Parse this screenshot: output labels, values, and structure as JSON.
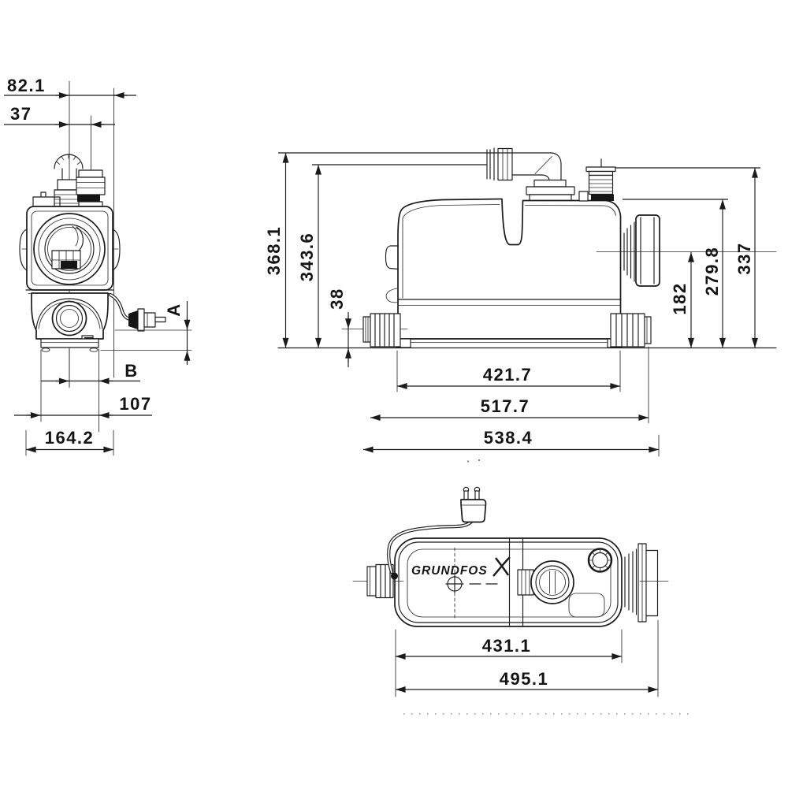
{
  "drawing": {
    "brand": "GRUNDFOS",
    "front_view": {
      "dim_width_to_outlet": "82.1",
      "dim_width_to_vent": "37",
      "dim_plug_to_base": "A",
      "dim_center_to_base_edge": "B",
      "dim_base_width": "107",
      "dim_overall_width": "164.2"
    },
    "side_view": {
      "dim_discharge_top_height": "368.1",
      "dim_discharge_axis_height": "343.6",
      "dim_inlet_axis_height": "38",
      "dim_outlet_axis_height": "182",
      "dim_tank_top_height": "279.8",
      "dim_vent_top_height": "337",
      "dim_tank_length": "421.7",
      "dim_length_with_inlet": "517.7",
      "dim_overall_length": "538.4"
    },
    "top_view": {
      "dim_body_length": "431.1",
      "dim_overall_length": "495.1"
    }
  }
}
